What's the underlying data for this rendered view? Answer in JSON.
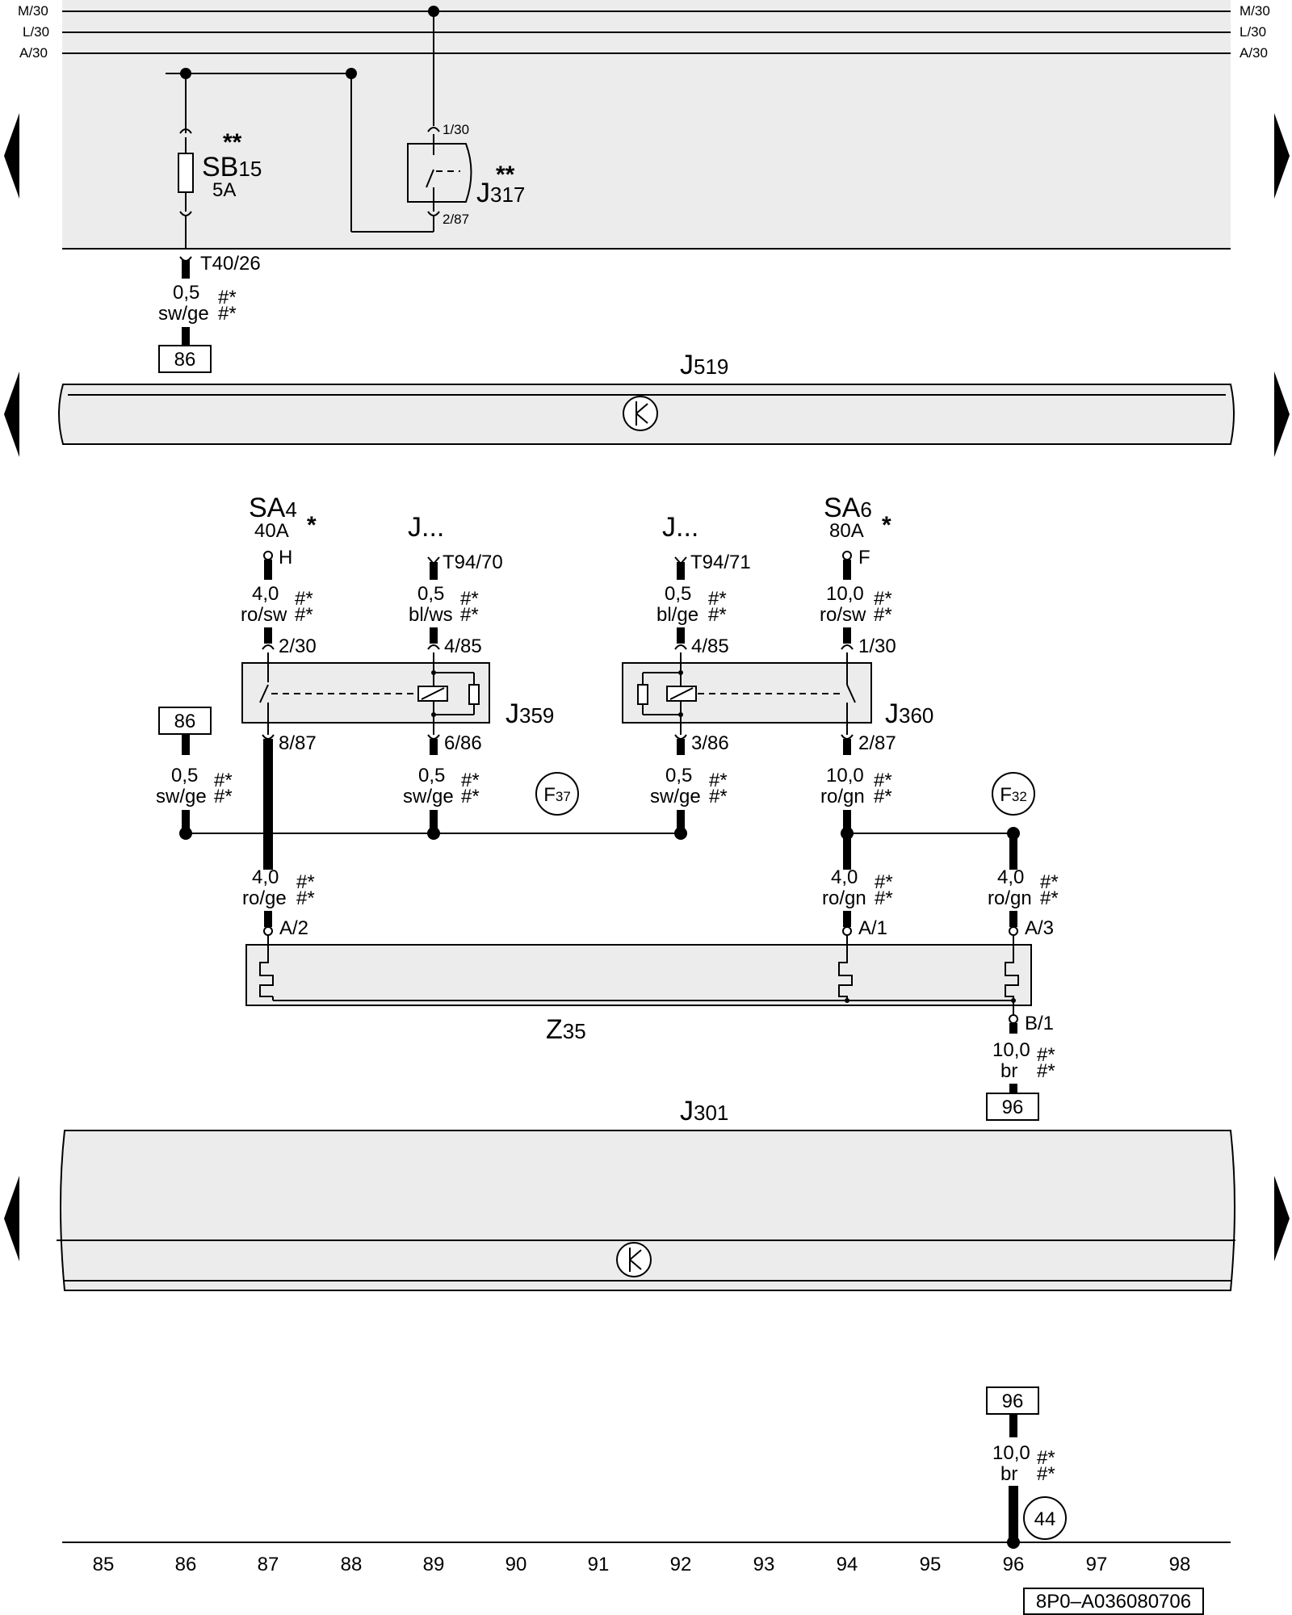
{
  "rails": [
    {
      "label": "M/30"
    },
    {
      "label": "L/30"
    },
    {
      "label": "A/30"
    }
  ],
  "fuse_sb15": {
    "name": "SB",
    "sub": "15",
    "rating": "5A",
    "stars": "**"
  },
  "relay_j317": {
    "name": "J",
    "sub": "317",
    "stars": "**",
    "pin_top": "1/30",
    "pin_bottom": "2/87"
  },
  "connector_t40": "T40/26",
  "wire_sb15": {
    "size": "0,5",
    "color": "sw/ge",
    "marks_top": "#*",
    "marks_bottom": "#*"
  },
  "ref_86_top": "86",
  "module_j519": {
    "name": "J",
    "sub": "519"
  },
  "sa4": {
    "name": "SA",
    "sub": "4",
    "rating": "40A",
    "star": "*",
    "pin": "H"
  },
  "sa6": {
    "name": "SA",
    "sub": "6",
    "rating": "80A",
    "star": "*",
    "pin": "F"
  },
  "j_left": {
    "name": "J...",
    "connector": "T94/70"
  },
  "j_right": {
    "name": "J...",
    "connector": "T94/71"
  },
  "w_sa4": {
    "size": "4,0",
    "color": "ro/sw",
    "marks_top": "#*",
    "marks_bottom": "#*"
  },
  "w_t9470": {
    "size": "0,5",
    "color": "bl/ws",
    "marks_top": "#*",
    "marks_bottom": "#*"
  },
  "w_t9471": {
    "size": "0,5",
    "color": "bl/ge",
    "marks_top": "#*",
    "marks_bottom": "#*"
  },
  "w_sa6": {
    "size": "10,0",
    "color": "ro/sw",
    "marks_top": "#*",
    "marks_bottom": "#*"
  },
  "relay_j359": {
    "name": "J",
    "sub": "359",
    "pin_230": "2/30",
    "pin_485": "4/85",
    "pin_887": "8/87",
    "pin_686": "6/86"
  },
  "relay_j360": {
    "name": "J",
    "sub": "360",
    "pin_485": "4/85",
    "pin_130": "1/30",
    "pin_386": "3/86",
    "pin_287": "2/87"
  },
  "ref_86_mid": "86",
  "w_86": {
    "size": "0,5",
    "color": "sw/ge",
    "marks_top": "#*",
    "marks_bottom": "#*"
  },
  "w_686": {
    "size": "0,5",
    "color": "sw/ge",
    "marks_top": "#*",
    "marks_bottom": "#*"
  },
  "w_386": {
    "size": "0,5",
    "color": "sw/ge",
    "marks_top": "#*",
    "marks_bottom": "#*"
  },
  "w_287": {
    "size": "10,0",
    "color": "ro/gn",
    "marks_top": "#*",
    "marks_bottom": "#*"
  },
  "f37": {
    "name": "F",
    "sub": "37"
  },
  "f32": {
    "name": "F",
    "sub": "32"
  },
  "w_a2": {
    "size": "4,0",
    "color": "ro/ge",
    "marks_top": "#*",
    "marks_bottom": "#*"
  },
  "w_a1": {
    "size": "4,0",
    "color": "ro/gn",
    "marks_top": "#*",
    "marks_bottom": "#*"
  },
  "w_a3": {
    "size": "4,0",
    "color": "ro/gn",
    "marks_top": "#*",
    "marks_bottom": "#*"
  },
  "z35": {
    "name": "Z",
    "sub": "35",
    "pin_a2": "A/2",
    "pin_a1": "A/1",
    "pin_a3": "A/3",
    "pin_b1": "B/1"
  },
  "w_b1": {
    "size": "10,0",
    "color": "br",
    "marks_top": "#*",
    "marks_bottom": "#*"
  },
  "ref_96_mid": "96",
  "module_j301": {
    "name": "J",
    "sub": "301"
  },
  "ref_96_bottom": "96",
  "w_ground": {
    "size": "10,0",
    "color": "br",
    "marks_top": "#*",
    "marks_bottom": "#*"
  },
  "ground_44": "44",
  "ruler": [
    "85",
    "86",
    "87",
    "88",
    "89",
    "90",
    "91",
    "92",
    "93",
    "94",
    "95",
    "96",
    "97",
    "98"
  ],
  "doc_id": "8P0–A036080706"
}
